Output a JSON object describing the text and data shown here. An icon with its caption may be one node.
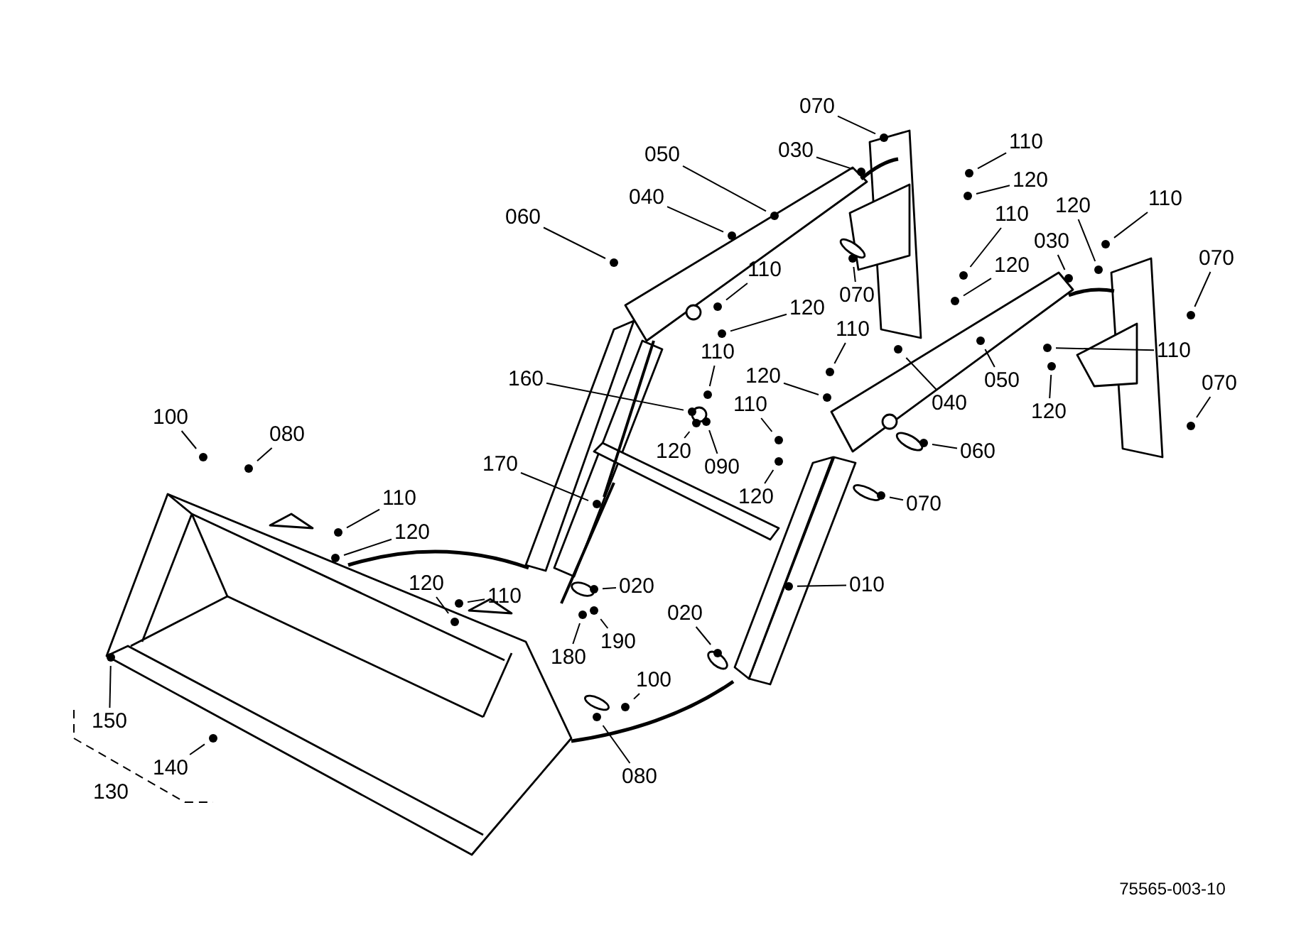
{
  "diagram": {
    "nodes": [
      {
        "text": [
          "070"
        ]
      },
      {
        "text": [
          "110"
        ]
      },
      {
        "text": [
          "030"
        ]
      },
      {
        "text": [
          "050"
        ]
      },
      {
        "text": [
          "120"
        ]
      },
      {
        "text": [
          "040"
        ]
      },
      {
        "text": [
          "110"
        ]
      },
      {
        "text": [
          "120"
        ]
      },
      {
        "text": [
          "060"
        ]
      },
      {
        "text": [
          "110"
        ]
      },
      {
        "text": [
          "030"
        ]
      },
      {
        "text": [
          "070"
        ]
      },
      {
        "text": [
          "120"
        ]
      },
      {
        "text": [
          "110"
        ]
      },
      {
        "text": [
          "070"
        ]
      },
      {
        "text": [
          "120"
        ]
      },
      {
        "text": [
          "110"
        ]
      },
      {
        "text": [
          "110"
        ]
      },
      {
        "text": [
          "110"
        ]
      },
      {
        "text": [
          "120"
        ]
      },
      {
        "text": [
          "160"
        ]
      },
      {
        "text": [
          "050"
        ]
      },
      {
        "text": [
          "040"
        ]
      },
      {
        "text": [
          "070"
        ]
      },
      {
        "text": [
          "110"
        ]
      },
      {
        "text": [
          "120"
        ]
      },
      {
        "text": [
          "100"
        ]
      },
      {
        "text": [
          "080"
        ]
      },
      {
        "text": [
          "060"
        ]
      },
      {
        "text": [
          "120"
        ]
      },
      {
        "text": [
          "090"
        ]
      },
      {
        "text": [
          "170"
        ]
      },
      {
        "text": [
          "120"
        ]
      },
      {
        "text": [
          "070"
        ]
      },
      {
        "text": [
          "110"
        ]
      },
      {
        "text": [
          "120"
        ]
      },
      {
        "text": [
          "010"
        ]
      },
      {
        "text": [
          "020"
        ]
      },
      {
        "text": [
          "120"
        ]
      },
      {
        "text": [
          "110"
        ]
      },
      {
        "text": [
          "020"
        ]
      },
      {
        "text": [
          "190"
        ]
      },
      {
        "text": [
          "180"
        ]
      },
      {
        "text": [
          "100"
        ]
      },
      {
        "text": [
          "150"
        ]
      },
      {
        "text": [
          "140"
        ]
      },
      {
        "text": [
          "080"
        ]
      },
      {
        "text": [],
        "shape": "circle"
      },
      {
        "text": [],
        "shape": "circle"
      },
      {
        "text": [],
        "shape": "circle"
      },
      {
        "text": [],
        "shape": "circle"
      },
      {
        "text": [],
        "shape": "circle"
      },
      {
        "text": [],
        "shape": "circle"
      },
      {
        "text": [],
        "shape": "circle"
      },
      {
        "text": [],
        "shape": "circle"
      },
      {
        "text": [],
        "shape": "circle"
      },
      {
        "text": [],
        "shape": "circle"
      },
      {
        "text": [],
        "shape": "circle"
      },
      {
        "text": [],
        "shape": "circle"
      },
      {
        "text": [],
        "shape": "circle"
      },
      {
        "text": [],
        "shape": "circle"
      },
      {
        "text": [],
        "shape": "circle"
      },
      {
        "text": [],
        "shape": "circle"
      },
      {
        "text": [],
        "shape": "circle"
      },
      {
        "text": [],
        "shape": "circle"
      },
      {
        "text": [],
        "shape": "circle"
      },
      {
        "text": [],
        "shape": "circle"
      },
      {
        "text": [],
        "shape": "circle"
      },
      {
        "text": [],
        "shape": "circle"
      },
      {
        "text": [],
        "shape": "circle"
      },
      {
        "text": [],
        "shape": "circle"
      },
      {
        "text": [],
        "shape": "circle"
      },
      {
        "text": [],
        "shape": "circle"
      },
      {
        "text": [],
        "shape": "circle"
      },
      {
        "text": [],
        "shape": "circle"
      },
      {
        "text": [],
        "shape": "circle"
      },
      {
        "text": [],
        "shape": "circle"
      },
      {
        "text": [],
        "shape": "circle"
      },
      {
        "text": [],
        "shape": "circle"
      },
      {
        "text": [],
        "shape": "circle"
      },
      {
        "text": [],
        "shape": "circle"
      },
      {
        "text": [],
        "shape": "circle"
      },
      {
        "text": [],
        "shape": "circle"
      },
      {
        "text": [],
        "shape": "circle"
      },
      {
        "text": [],
        "shape": "circle"
      },
      {
        "text": [],
        "shape": "circle"
      },
      {
        "text": [],
        "shape": "circle"
      },
      {
        "text": [],
        "shape": "circle"
      },
      {
        "text": [],
        "shape": "circle"
      },
      {
        "text": [],
        "shape": "circle"
      },
      {
        "text": [],
        "shape": "circle"
      },
      {
        "text": [],
        "shape": "circle"
      },
      {
        "text": [],
        "shape": "circle"
      },
      {
        "text": [],
        "shape": "circle"
      }
    ],
    "edges": [
      {
        "from": 0,
        "to": 47,
        "arrow": "none"
      },
      {
        "from": 1,
        "to": 48,
        "arrow": "none"
      },
      {
        "from": 2,
        "to": 49,
        "arrow": "none"
      },
      {
        "from": 3,
        "to": 50,
        "arrow": "none"
      },
      {
        "from": 4,
        "to": 51,
        "arrow": "none"
      },
      {
        "from": 5,
        "to": 52,
        "arrow": "none"
      },
      {
        "from": 6,
        "to": 53,
        "arrow": "none"
      },
      {
        "from": 7,
        "to": 54,
        "arrow": "none"
      },
      {
        "from": 8,
        "to": 55,
        "arrow": "none"
      },
      {
        "from": 9,
        "to": 56,
        "arrow": "none"
      },
      {
        "from": 10,
        "to": 57,
        "arrow": "none"
      },
      {
        "from": 11,
        "to": 58,
        "arrow": "none"
      },
      {
        "from": 12,
        "to": 59,
        "arrow": "none"
      },
      {
        "from": 13,
        "to": 60,
        "arrow": "none"
      },
      {
        "from": 14,
        "to": 61,
        "arrow": "none"
      },
      {
        "from": 15,
        "to": 62,
        "arrow": "none"
      },
      {
        "from": 16,
        "to": 63,
        "arrow": "none"
      },
      {
        "from": 17,
        "to": 64,
        "arrow": "none"
      },
      {
        "from": 18,
        "to": 65,
        "arrow": "none"
      },
      {
        "from": 19,
        "to": 66,
        "arrow": "none"
      },
      {
        "from": 20,
        "to": 67,
        "arrow": "none"
      },
      {
        "from": 21,
        "to": 68,
        "arrow": "none"
      },
      {
        "from": 22,
        "to": 69,
        "arrow": "none"
      },
      {
        "from": 23,
        "to": 70,
        "arrow": "none"
      },
      {
        "from": 24,
        "to": 71,
        "arrow": "none"
      },
      {
        "from": 25,
        "to": 72,
        "arrow": "none"
      },
      {
        "from": 26,
        "to": 73,
        "arrow": "none"
      },
      {
        "from": 27,
        "to": 74,
        "arrow": "none"
      },
      {
        "from": 28,
        "to": 75,
        "arrow": "none"
      },
      {
        "from": 29,
        "to": 76,
        "arrow": "none"
      },
      {
        "from": 30,
        "to": 77,
        "arrow": "none"
      },
      {
        "from": 31,
        "to": 78,
        "arrow": "none"
      },
      {
        "from": 32,
        "to": 79,
        "arrow": "none"
      },
      {
        "from": 33,
        "to": 80,
        "arrow": "none"
      },
      {
        "from": 34,
        "to": 81,
        "arrow": "none"
      },
      {
        "from": 35,
        "to": 82,
        "arrow": "none"
      },
      {
        "from": 36,
        "to": 83,
        "arrow": "none"
      },
      {
        "from": 37,
        "to": 84,
        "arrow": "none"
      },
      {
        "from": 38,
        "to": 85,
        "arrow": "none"
      },
      {
        "from": 39,
        "to": 86,
        "arrow": "none"
      },
      {
        "from": 40,
        "to": 87,
        "arrow": "none"
      },
      {
        "from": 41,
        "to": 88,
        "arrow": "none"
      },
      {
        "from": 42,
        "to": 89,
        "arrow": "none"
      },
      {
        "from": 43,
        "to": 90,
        "arrow": "none"
      },
      {
        "from": 44,
        "to": 91,
        "arrow": "none"
      },
      {
        "from": 45,
        "to": 92,
        "arrow": "none"
      },
      {
        "from": 46,
        "to": 93,
        "arrow": "none"
      }
    ],
    "labels": [
      "130",
      "75565-003-10"
    ]
  }
}
